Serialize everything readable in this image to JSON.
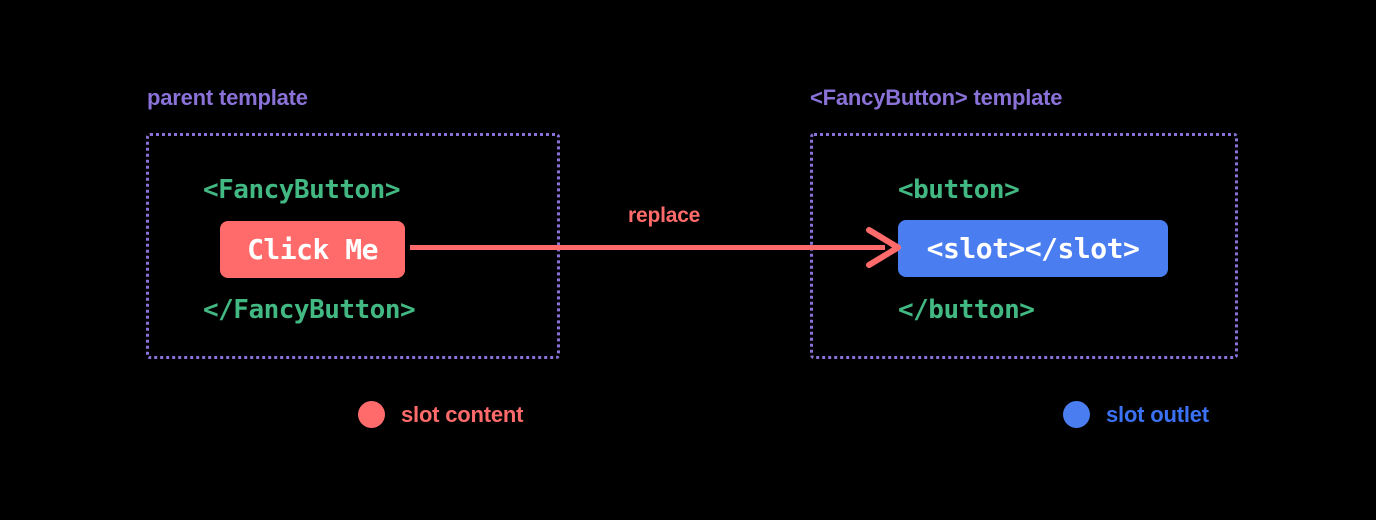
{
  "background_color": "#000000",
  "palette": {
    "accent_purple": "#8A72D8",
    "accent_green": "#42B883",
    "accent_red": "#FF6B6B",
    "accent_blue": "#4A7DF0",
    "legend_blue_text": "#3B72F5",
    "chip_text": "#FFFFFF"
  },
  "panels": {
    "left": {
      "title": "parent template",
      "code_open": "<FancyButton>",
      "chip_text": "Click Me",
      "code_close": "</FancyButton>"
    },
    "right": {
      "title": "<FancyButton> template",
      "code_open": "<button>",
      "chip_text": "<slot></slot>",
      "code_close": "</button>"
    }
  },
  "arrow": {
    "label": "replace",
    "direction": "left-to-right",
    "color": "#FF6B6B"
  },
  "legend": [
    {
      "label": "slot content",
      "color": "#FF6B6B"
    },
    {
      "label": "slot outlet",
      "color": "#4A7DF0"
    }
  ]
}
